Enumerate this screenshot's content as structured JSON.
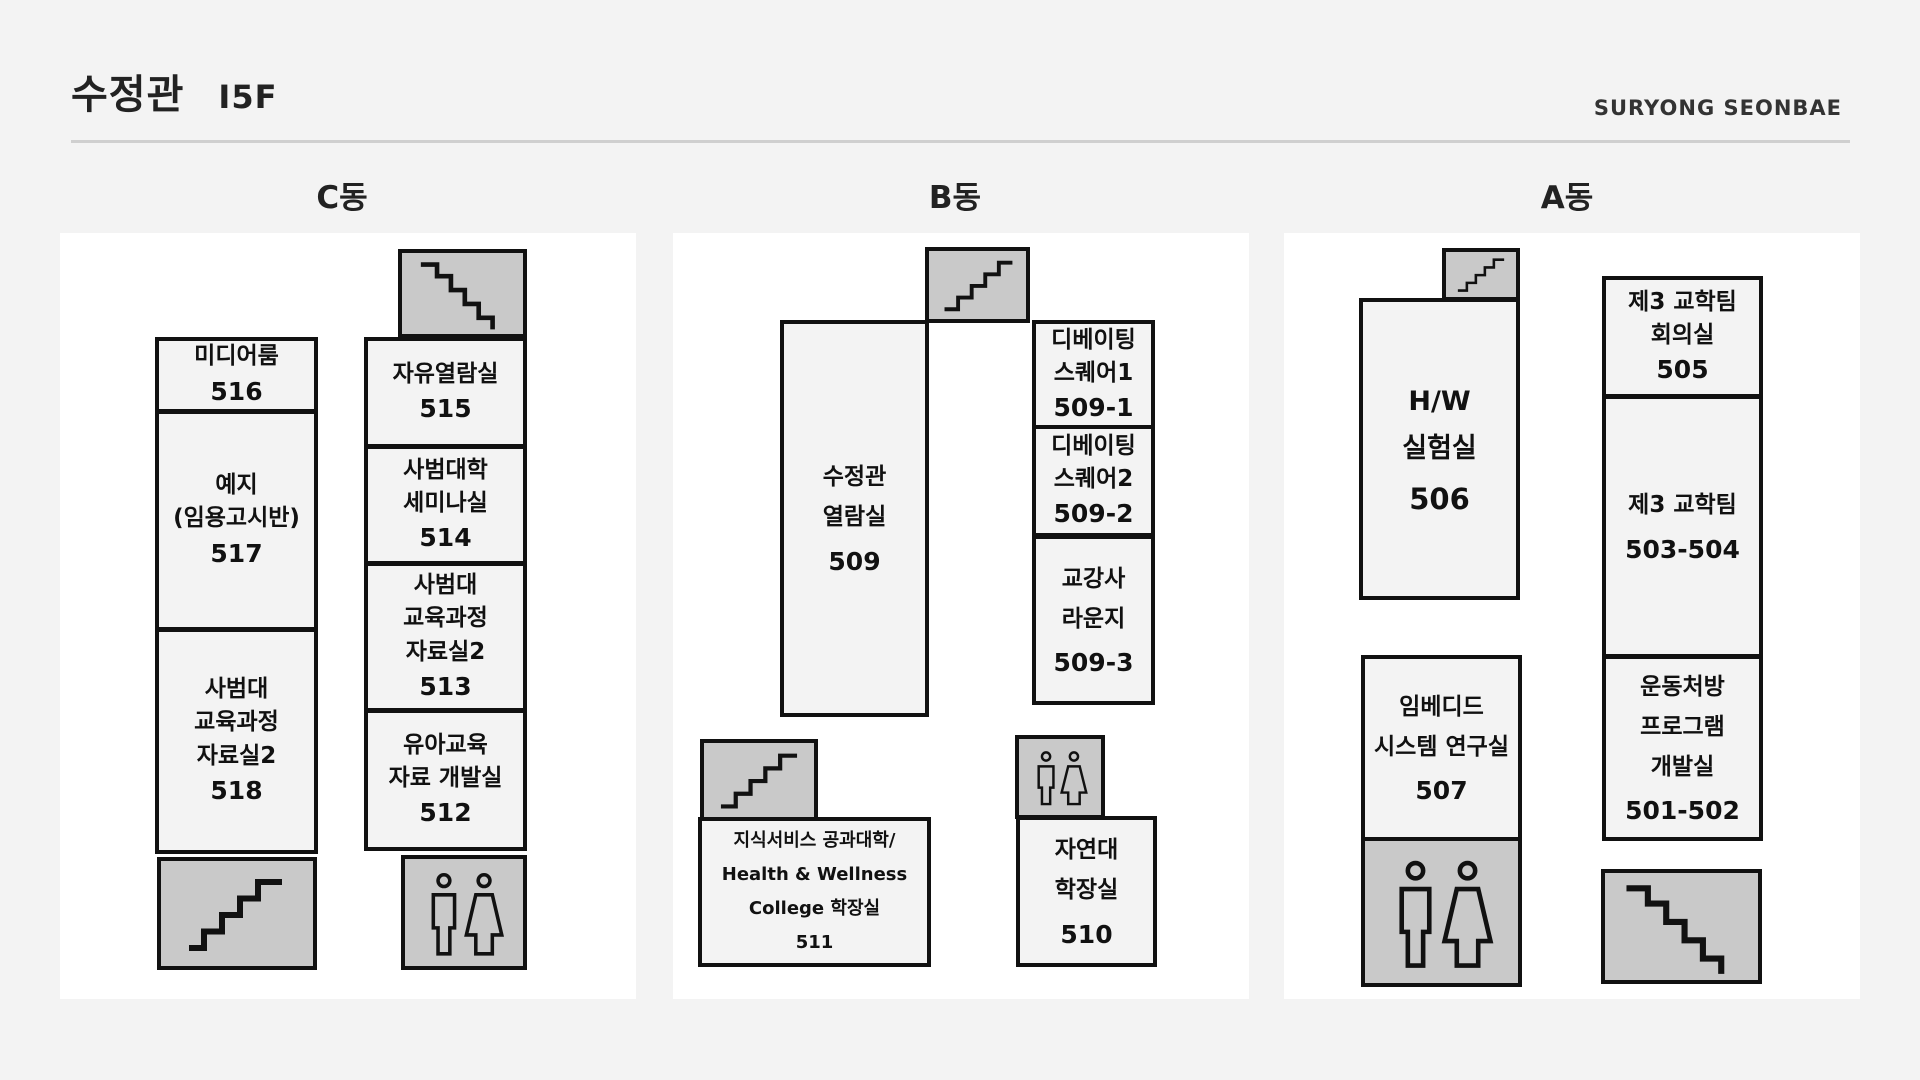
{
  "header": {
    "title": "수정관",
    "floor": "I5F",
    "brand": "SURYONG SEONBAE"
  },
  "buildings": {
    "c": {
      "label": "C동",
      "rooms": {
        "r516": {
          "lines": [
            "미디어룸"
          ],
          "number": "516"
        },
        "r517": {
          "lines": [
            "예지",
            "(임용고시반)"
          ],
          "number": "517"
        },
        "r518": {
          "lines": [
            "사범대",
            "교육과정",
            "자료실2"
          ],
          "number": "518"
        },
        "r515": {
          "lines": [
            "자유열람실"
          ],
          "number": "515"
        },
        "r514": {
          "lines": [
            "사범대학",
            "세미나실"
          ],
          "number": "514"
        },
        "r513": {
          "lines": [
            "사범대",
            "교육과정",
            "자료실2"
          ],
          "number": "513"
        },
        "r512": {
          "lines": [
            "유아교육",
            "자료 개발실"
          ],
          "number": "512"
        }
      }
    },
    "b": {
      "label": "B동",
      "rooms": {
        "r509": {
          "lines": [
            "수정관",
            "열람실"
          ],
          "number": "509"
        },
        "r509_1": {
          "lines": [
            "디베이팅",
            "스퀘어1"
          ],
          "number": "509-1"
        },
        "r509_2": {
          "lines": [
            "디베이팅",
            "스퀘어2"
          ],
          "number": "509-2"
        },
        "r509_3": {
          "lines": [
            "교강사",
            "라운지"
          ],
          "number": "509-3"
        },
        "r511": {
          "lines": [
            "지식서비스 공과대학/",
            "Health & Wellness",
            "College 학장실"
          ],
          "number": "511"
        },
        "r510": {
          "lines": [
            "자연대",
            "학장실"
          ],
          "number": "510"
        }
      }
    },
    "a": {
      "label": "A동",
      "rooms": {
        "r506": {
          "lines": [
            "H/W",
            "실험실"
          ],
          "number": "506"
        },
        "r507": {
          "lines": [
            "임베디드",
            "시스템 연구실"
          ],
          "number": "507"
        },
        "r505": {
          "lines": [
            "제3 교학팀",
            "회의실"
          ],
          "number": "505"
        },
        "r503": {
          "lines": [
            "제3 교학팀"
          ],
          "number": "503-504"
        },
        "r501": {
          "lines": [
            "운동처방",
            "프로그램",
            "개발실"
          ],
          "number": "501-502"
        }
      }
    }
  },
  "icons": {
    "stairs": "stairs-icon",
    "restroom": "restroom-icon"
  },
  "colors": {
    "background": "#f3f3f3",
    "panel": "#ffffff",
    "room_fill": "#f3f3f3",
    "facility_fill": "#c9c9c9",
    "border": "#111111",
    "divider": "#cfcfcf"
  }
}
